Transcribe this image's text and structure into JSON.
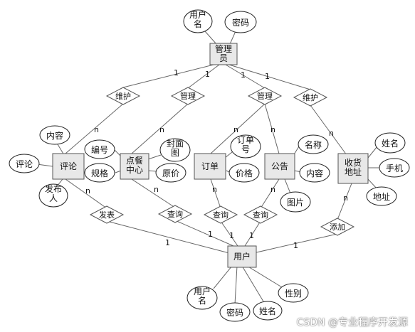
{
  "entities": {
    "admin": "管理\n员",
    "review": "评论",
    "menu": "点餐\n中心",
    "order": "订单",
    "notice": "公告",
    "address": "收货\n地址",
    "user": "用户"
  },
  "attributes": {
    "admin_username": "用户\n名",
    "admin_password": "密码",
    "review_content": "内容",
    "review_comment": "评论",
    "review_publisher": "发布\n人",
    "menu_code": "编号",
    "menu_spec": "规格",
    "menu_cover": "封面\n图",
    "menu_price": "原价",
    "order_no": "订单\n号",
    "order_price": "价格",
    "notice_name": "名称",
    "notice_content": "内容",
    "notice_image": "图片",
    "address_name": "姓名",
    "address_phone": "手机",
    "address_addr": "地址",
    "user_username": "用户\n名",
    "user_password": "密码",
    "user_name": "姓名",
    "user_gender": "性别"
  },
  "relations": {
    "maintain_review": "维护",
    "manage_menu": "管理",
    "manage_order_notice": "管理",
    "maintain_address": "维护",
    "post": "发表",
    "query_menu": "查询",
    "query_order": "查询",
    "query_notice": "查询",
    "add": "添加"
  },
  "cardinalities": {
    "admin_1a": "1",
    "admin_1b": "1",
    "admin_1c": "1",
    "admin_1d": "1",
    "review_n1": "n",
    "menu_n1": "n",
    "order_n1": "n",
    "notice_n1": "n",
    "address_n1": "n",
    "review_n2": "n",
    "menu_n2": "n",
    "order_n2": "n",
    "notice_n2": "n",
    "address_n2": "n",
    "user_1a": "1",
    "user_1b": "1",
    "user_1c": "1",
    "user_1d": "1",
    "user_1e": "1"
  },
  "watermark": "CSDN @专业程序开发源"
}
